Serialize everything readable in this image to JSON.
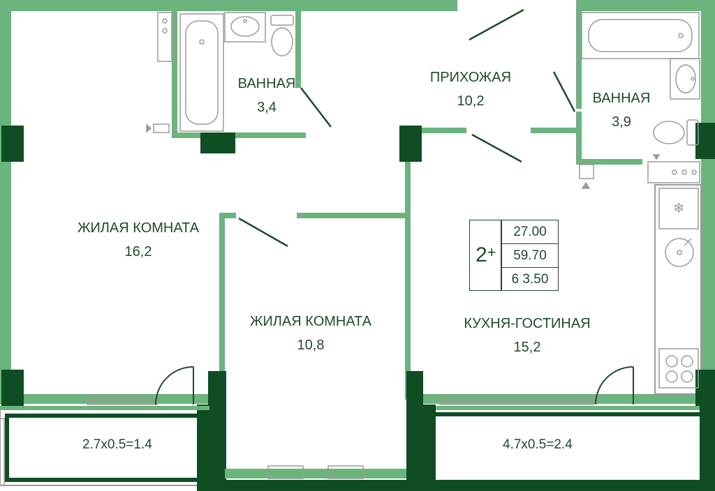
{
  "colors": {
    "wall": "#6cb47d",
    "column": "#0f4d22",
    "fixture": "#9a9a9a",
    "text": "#1f4a2b"
  },
  "rooms": {
    "bath1": {
      "name": "ВАННАЯ",
      "area": "3,4"
    },
    "hall": {
      "name": "ПРИХОЖАЯ",
      "area": "10,2"
    },
    "bath2": {
      "name": "ВАННАЯ",
      "area": "3,9"
    },
    "living1": {
      "name": "ЖИЛАЯ КОМНАТА",
      "area": "16,2"
    },
    "living2": {
      "name": "ЖИЛАЯ КОМНАТА",
      "area": "10,8"
    },
    "kitchen": {
      "name": "КУХНЯ-ГОСТИНАЯ",
      "area": "15,2"
    }
  },
  "balconies": {
    "left": "2.7x0.5=1.4",
    "right": "4.7x0.5=2.4"
  },
  "legend": {
    "rooms": "2",
    "plus": "+",
    "living_area": "27.00",
    "total_area": "59.70",
    "total_with_balcony": "6 3.50"
  },
  "icons": [
    "bathtub-icon",
    "sink-icon",
    "toilet-icon",
    "fridge-icon",
    "washing-machine-icon",
    "stove-icon",
    "radiator-icon",
    "door-icon",
    "window-icon"
  ]
}
